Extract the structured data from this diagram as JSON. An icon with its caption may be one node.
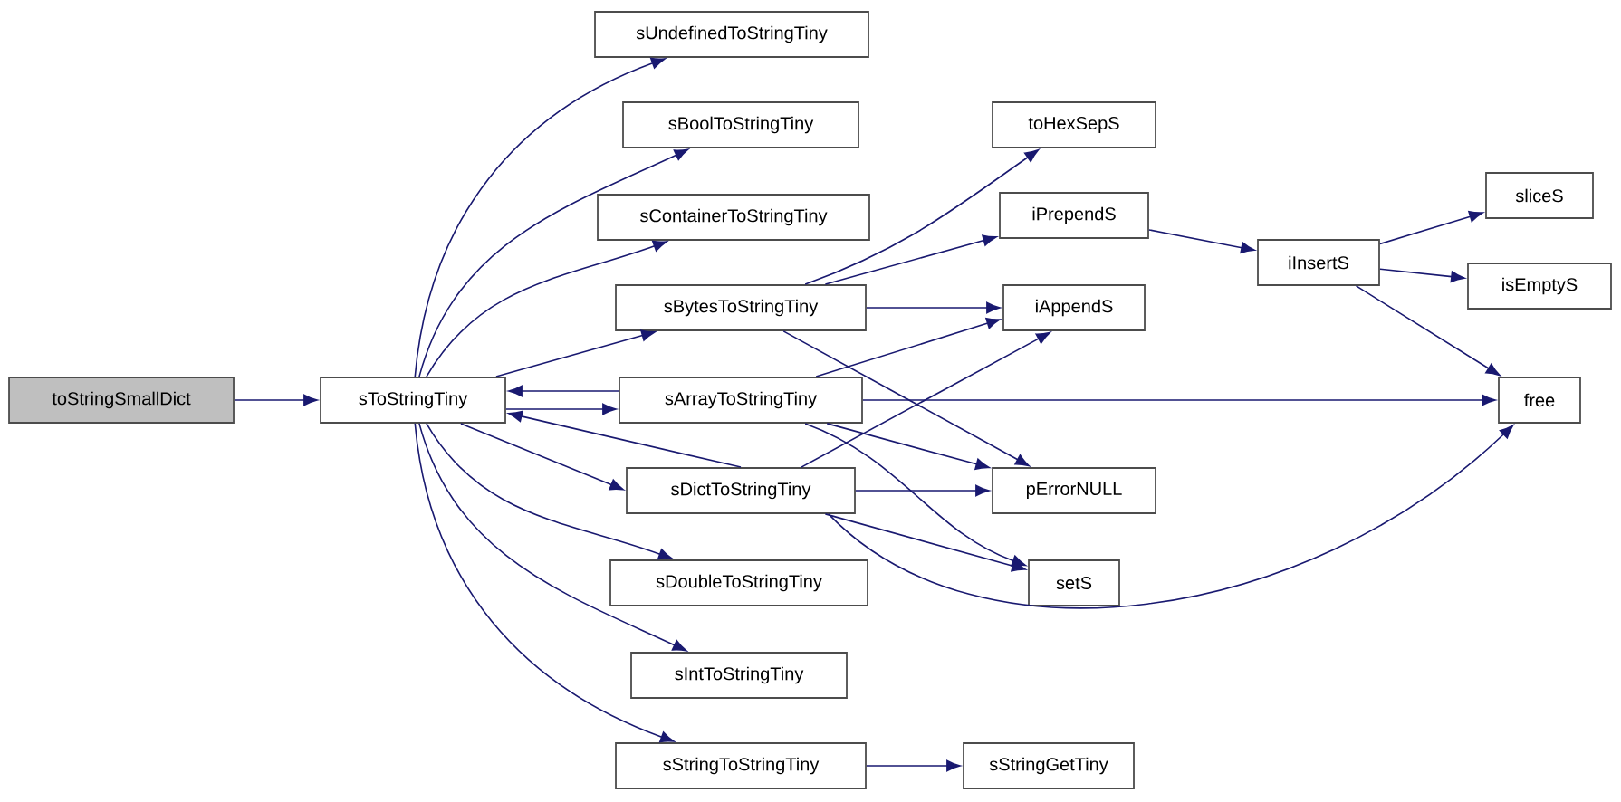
{
  "diagram": {
    "nodes": [
      {
        "text": [
          "toStringSmallDict"
        ]
      },
      {
        "text": [
          "sToStringTiny"
        ]
      },
      {
        "text": [
          "sUndefinedToStringTiny"
        ]
      },
      {
        "text": [
          "sBoolToStringTiny"
        ]
      },
      {
        "text": [
          "sContainerToStringTiny"
        ]
      },
      {
        "text": [
          "sBytesToStringTiny"
        ]
      },
      {
        "text": [
          "sArrayToStringTiny"
        ]
      },
      {
        "text": [
          "sDictToStringTiny"
        ]
      },
      {
        "text": [
          "sDoubleToStringTiny"
        ]
      },
      {
        "text": [
          "sIntToStringTiny"
        ]
      },
      {
        "text": [
          "sStringToStringTiny"
        ]
      },
      {
        "text": [
          "toHexSepS"
        ]
      },
      {
        "text": [
          "iPrependS"
        ]
      },
      {
        "text": [
          "iAppendS"
        ]
      },
      {
        "text": [
          "pErrorNULL"
        ]
      },
      {
        "text": [
          "setS"
        ]
      },
      {
        "text": [
          "sStringGetTiny"
        ]
      },
      {
        "text": [
          "iInsertS"
        ]
      },
      {
        "text": [
          "sliceS"
        ]
      },
      {
        "text": [
          "isEmptyS"
        ]
      },
      {
        "text": [
          "free"
        ]
      }
    ],
    "edges": [
      {
        "from": 0,
        "to": 1,
        "arrow": "to"
      },
      {
        "from": 1,
        "to": 2,
        "arrow": "to"
      },
      {
        "from": 1,
        "to": 3,
        "arrow": "to"
      },
      {
        "from": 1,
        "to": 4,
        "arrow": "to"
      },
      {
        "from": 1,
        "to": 5,
        "arrow": "to"
      },
      {
        "from": 1,
        "to": 6,
        "arrow": "to"
      },
      {
        "from": 1,
        "to": 7,
        "arrow": "to"
      },
      {
        "from": 1,
        "to": 8,
        "arrow": "to"
      },
      {
        "from": 1,
        "to": 9,
        "arrow": "to"
      },
      {
        "from": 1,
        "to": 10,
        "arrow": "to"
      },
      {
        "from": 6,
        "to": 1,
        "arrow": "to"
      },
      {
        "from": 7,
        "to": 1,
        "arrow": "to"
      },
      {
        "from": 5,
        "to": 11,
        "arrow": "to"
      },
      {
        "from": 5,
        "to": 12,
        "arrow": "to"
      },
      {
        "from": 5,
        "to": 13,
        "arrow": "to"
      },
      {
        "from": 5,
        "to": 14,
        "arrow": "to"
      },
      {
        "from": 6,
        "to": 13,
        "arrow": "to"
      },
      {
        "from": 6,
        "to": 20,
        "arrow": "to"
      },
      {
        "from": 6,
        "to": 14,
        "arrow": "to"
      },
      {
        "from": 6,
        "to": 15,
        "arrow": "to"
      },
      {
        "from": 7,
        "to": 13,
        "arrow": "to"
      },
      {
        "from": 7,
        "to": 14,
        "arrow": "to"
      },
      {
        "from": 7,
        "to": 15,
        "arrow": "to"
      },
      {
        "from": 7,
        "to": 20,
        "arrow": "to"
      },
      {
        "from": 12,
        "to": 17,
        "arrow": "to"
      },
      {
        "from": 17,
        "to": 18,
        "arrow": "to"
      },
      {
        "from": 17,
        "to": 19,
        "arrow": "to"
      },
      {
        "from": 17,
        "to": 20,
        "arrow": "to"
      },
      {
        "from": 10,
        "to": 16,
        "arrow": "to"
      }
    ]
  }
}
